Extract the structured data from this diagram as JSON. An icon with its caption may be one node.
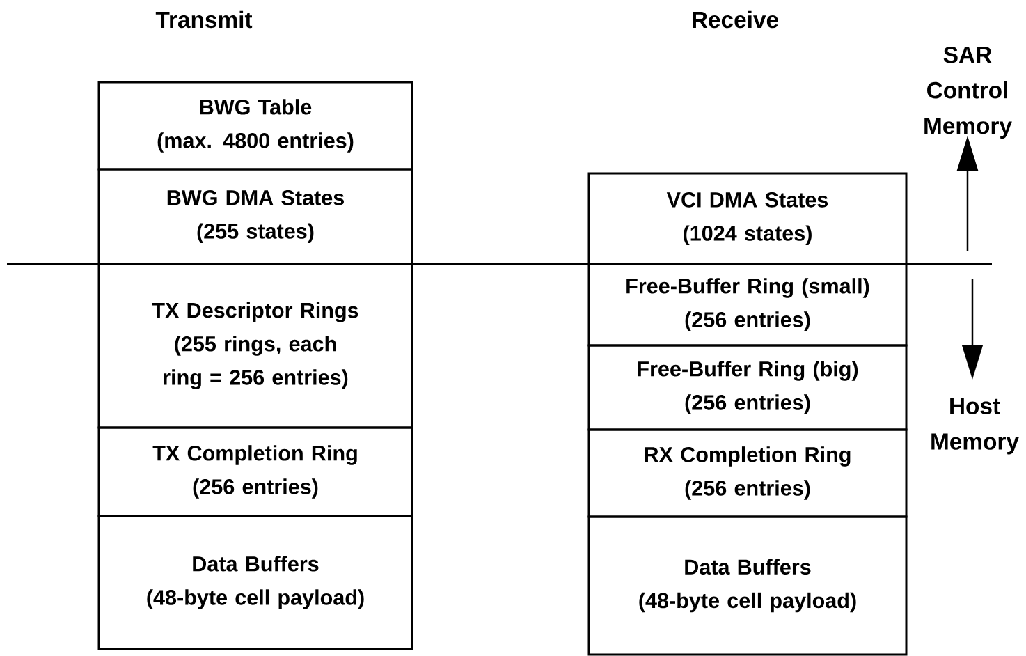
{
  "diagram": {
    "nodes": [
      {
        "text": [
          "BWG Table",
          "(max. 4800 entries)"
        ]
      },
      {
        "text": [
          "BWG DMA States",
          "(255 states)"
        ]
      },
      {
        "text": [
          "TX Descriptor Rings",
          "(255 rings, each ring = 256 entries)"
        ]
      },
      {
        "text": [
          "TX Completion Ring",
          "(256 entries)"
        ]
      },
      {
        "text": [
          "Data Buffers",
          "(48-byte cell payload)"
        ]
      },
      {
        "text": [
          "VCI DMA States",
          "(1024 states)"
        ]
      },
      {
        "text": [
          "Free-Buffer Ring (small)",
          "(256 entries)"
        ]
      },
      {
        "text": [
          "Free-Buffer Ring (big)",
          "(256 entries)"
        ]
      },
      {
        "text": [
          "RX Completion Ring",
          "(256 entries)"
        ]
      },
      {
        "text": [
          "Data Buffers",
          "(48-byte cell payload)"
        ]
      }
    ],
    "edges": [],
    "labels": [
      "Transmit",
      "Receive",
      "SAR Control Memory",
      "Host Memory"
    ]
  }
}
